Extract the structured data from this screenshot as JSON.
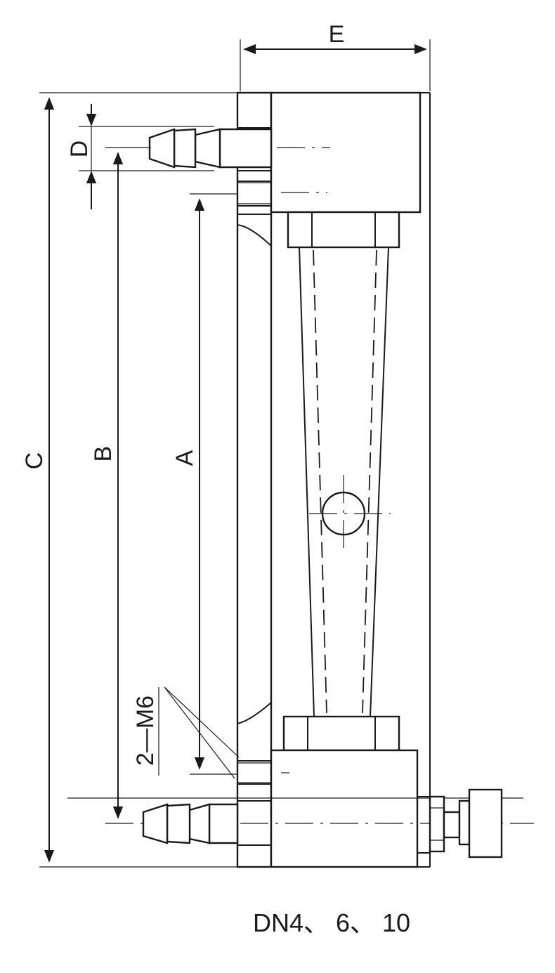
{
  "dimensions": {
    "a": "A",
    "b": "B",
    "c": "C",
    "d": "D",
    "e": "E"
  },
  "thread_callout": "2—M6",
  "caption": "DN4、 6、 10"
}
